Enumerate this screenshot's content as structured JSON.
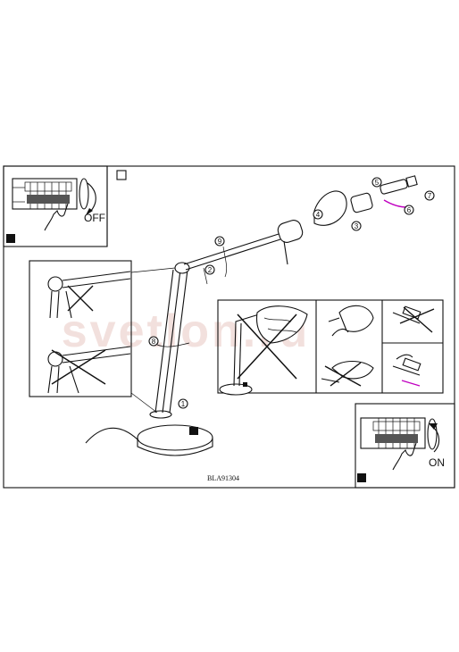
{
  "switch_off_panel": {
    "label": "OFF"
  },
  "switch_on_panel": {
    "label": "ON"
  },
  "model_code": "BLA91304",
  "watermark": "svetlon.ru",
  "steps": [
    "1",
    "2",
    "3",
    "4",
    "5",
    "6",
    "7",
    "8",
    "9"
  ]
}
